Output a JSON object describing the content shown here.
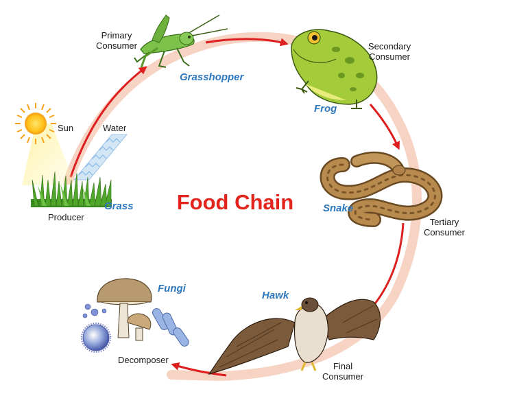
{
  "title": "Food Chain",
  "labels": {
    "primary_consumer": [
      "Primary",
      "Consumer"
    ],
    "secondary_consumer": [
      "Secondary",
      "Consumer"
    ],
    "tertiary_consumer": [
      "Tertiary",
      "Consumer"
    ],
    "final_consumer": [
      "Final",
      "Consumer"
    ],
    "producer": "Producer",
    "decomposer": "Decomposer",
    "sun": "Sun",
    "water": "Water"
  },
  "organisms": {
    "grass": "Grass",
    "grasshopper": "Grasshopper",
    "frog": "Frog",
    "snake": "Snake",
    "hawk": "Hawk",
    "fungi": "Fungi"
  },
  "colors": {
    "title": "#e2241c",
    "organism_names": "#2e78bd",
    "arrows": "#dd1f1f",
    "ring": "#f7d3c4"
  },
  "flow": [
    "Grass",
    "Grasshopper",
    "Frog",
    "Snake",
    "Hawk",
    "Fungi"
  ]
}
